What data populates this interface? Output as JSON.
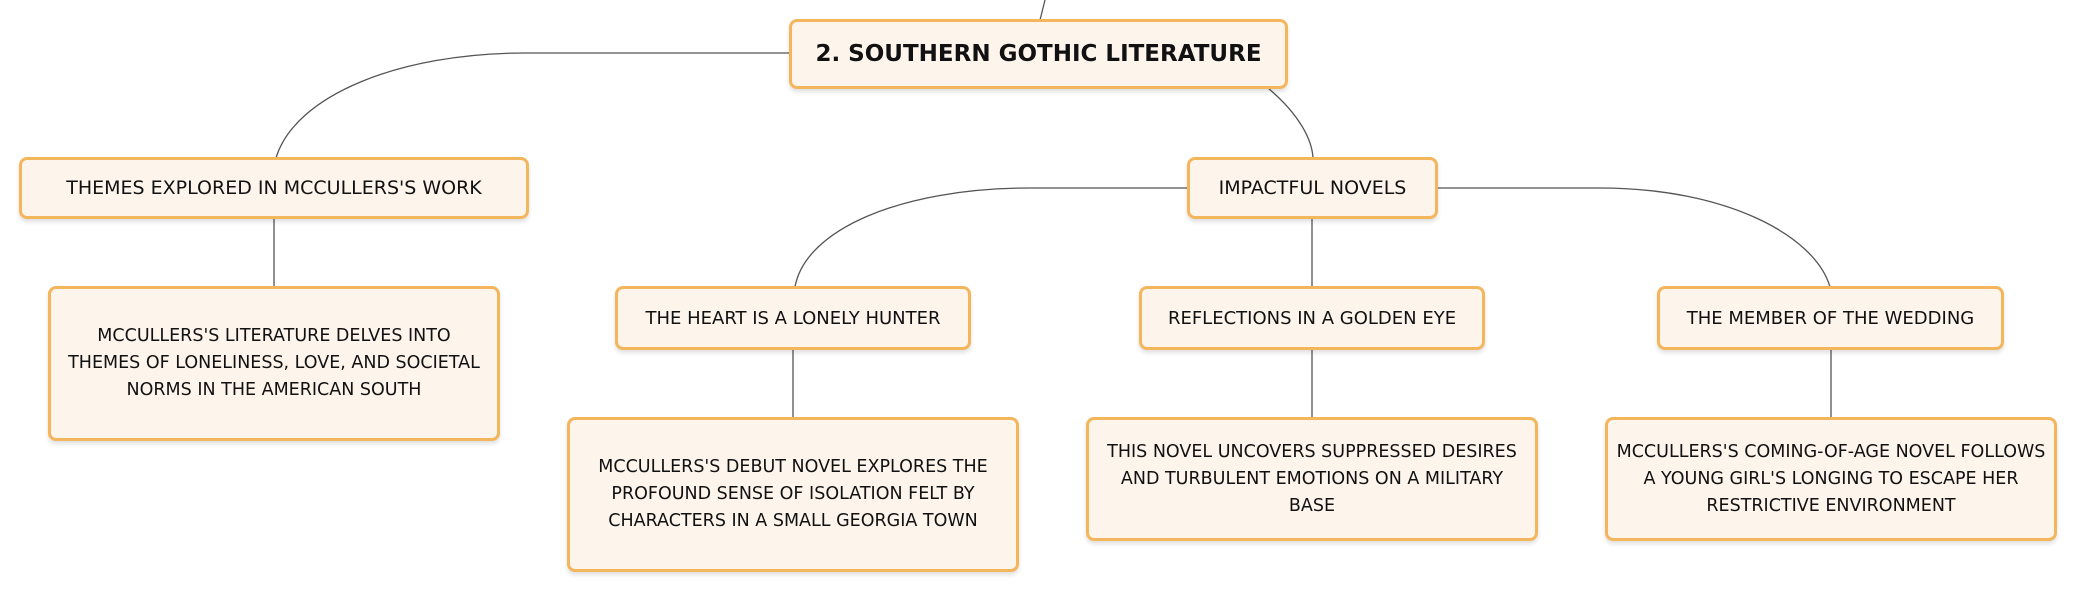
{
  "mindmap": {
    "root": {
      "label": "2. SOUTHERN GOTHIC LITERATURE"
    },
    "themes": {
      "label": "THEMES EXPLORED IN MCCULLERS'S WORK",
      "description": "MCCULLERS'S LITERATURE DELVES INTO THEMES OF LONELINESS, LOVE, AND SOCIETAL NORMS IN THE AMERICAN SOUTH"
    },
    "novels": {
      "label": "IMPACTFUL NOVELS",
      "items": [
        {
          "title": "THE HEART IS A LONELY HUNTER",
          "description": "MCCULLERS'S DEBUT NOVEL EXPLORES THE PROFOUND SENSE OF ISOLATION FELT BY CHARACTERS IN A SMALL GEORGIA TOWN"
        },
        {
          "title": "REFLECTIONS IN A GOLDEN EYE",
          "description": "THIS NOVEL UNCOVERS SUPPRESSED DESIRES AND TURBULENT EMOTIONS ON A MILITARY BASE"
        },
        {
          "title": "THE MEMBER OF THE WEDDING",
          "description": "MCCULLERS'S COMING-OF-AGE NOVEL FOLLOWS A YOUNG GIRL'S LONGING TO ESCAPE HER RESTRICTIVE ENVIRONMENT"
        }
      ]
    },
    "colors": {
      "node_border": "#f4b65c",
      "node_fill": "#fdf4ec",
      "connector": "#555555",
      "text": "#111111"
    }
  }
}
